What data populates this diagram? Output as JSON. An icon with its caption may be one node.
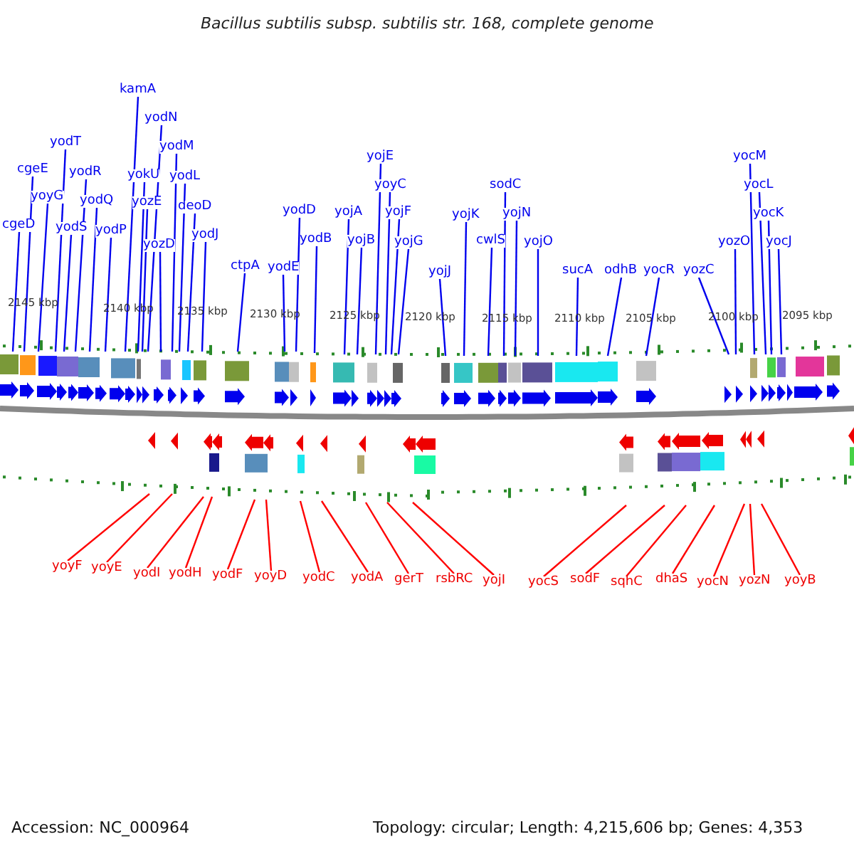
{
  "diagram": {
    "title": "Bacillus subtilis subsp. subtilis str. 168, complete genome",
    "nodes": [
      {
        "text": [
          "cgeD"
        ]
      },
      {
        "text": [
          "cgeE"
        ]
      },
      {
        "text": [
          "yoyG"
        ]
      },
      {
        "text": [
          "yodT"
        ]
      },
      {
        "text": [
          "yodS"
        ]
      },
      {
        "text": [
          "yodR"
        ]
      },
      {
        "text": [
          "yodQ"
        ]
      },
      {
        "text": [
          "yodP"
        ]
      },
      {
        "text": [
          "kamA"
        ]
      },
      {
        "text": [
          "yokU"
        ]
      },
      {
        "text": [
          "yozE"
        ]
      },
      {
        "text": [
          "yodN"
        ]
      },
      {
        "text": [
          "yodM"
        ]
      },
      {
        "text": [
          "yodL"
        ]
      },
      {
        "text": [
          "yozD"
        ]
      },
      {
        "text": [
          "deoD"
        ]
      },
      {
        "text": [
          "yodJ"
        ]
      },
      {
        "text": [
          "ctpA"
        ]
      },
      {
        "text": [
          "yodE"
        ]
      },
      {
        "text": [
          "yodD"
        ]
      },
      {
        "text": [
          "yodB"
        ]
      },
      {
        "text": [
          "yojA"
        ]
      },
      {
        "text": [
          "yojB"
        ]
      },
      {
        "text": [
          "yojE"
        ]
      },
      {
        "text": [
          "yoyC"
        ]
      },
      {
        "text": [
          "yojF"
        ]
      },
      {
        "text": [
          "yojG"
        ]
      },
      {
        "text": [
          "yojJ"
        ]
      },
      {
        "text": [
          "yojK"
        ]
      },
      {
        "text": [
          "cwlS"
        ]
      },
      {
        "text": [
          "sodC"
        ]
      },
      {
        "text": [
          "yojN"
        ]
      },
      {
        "text": [
          "yojO"
        ]
      },
      {
        "text": [
          "sucA"
        ]
      },
      {
        "text": [
          "odhB"
        ]
      },
      {
        "text": [
          "yocR"
        ]
      },
      {
        "text": [
          "yozC"
        ]
      },
      {
        "text": [
          "yozO"
        ]
      },
      {
        "text": [
          "yocM"
        ]
      },
      {
        "text": [
          "yocL"
        ]
      },
      {
        "text": [
          "yocK"
        ]
      },
      {
        "text": [
          "yocJ"
        ]
      },
      {
        "text": [
          "yoyF"
        ]
      },
      {
        "text": [
          "yoyE"
        ]
      },
      {
        "text": [
          "yodI"
        ]
      },
      {
        "text": [
          "yodH"
        ]
      },
      {
        "text": [
          "yodF"
        ]
      },
      {
        "text": [
          "yoyD"
        ]
      },
      {
        "text": [
          "yodC"
        ]
      },
      {
        "text": [
          "yodA"
        ]
      },
      {
        "text": [
          "gerT"
        ]
      },
      {
        "text": [
          "rsbRC"
        ]
      },
      {
        "text": [
          "yojI"
        ]
      },
      {
        "text": [
          "yocS"
        ]
      },
      {
        "text": [
          "sodF"
        ]
      },
      {
        "text": [
          "sqhC"
        ]
      },
      {
        "text": [
          "dhaS"
        ]
      },
      {
        "text": [
          "yocN"
        ]
      },
      {
        "text": [
          "yozN"
        ]
      },
      {
        "text": [
          "yoyB"
        ]
      }
    ],
    "edges": [
      {
        "from": 0,
        "to": null,
        "arrow": "none"
      },
      {
        "from": 1,
        "to": null,
        "arrow": "none"
      },
      {
        "from": 2,
        "to": null,
        "arrow": "none"
      },
      {
        "from": 3,
        "to": null,
        "arrow": "none"
      },
      {
        "from": 4,
        "to": null,
        "arrow": "none"
      },
      {
        "from": 5,
        "to": null,
        "arrow": "none"
      },
      {
        "from": 6,
        "to": null,
        "arrow": "none"
      },
      {
        "from": 7,
        "to": null,
        "arrow": "none"
      },
      {
        "from": 8,
        "to": null,
        "arrow": "none"
      },
      {
        "from": 9,
        "to": null,
        "arrow": "none"
      },
      {
        "from": 10,
        "to": null,
        "arrow": "none"
      },
      {
        "from": 11,
        "to": null,
        "arrow": "none"
      },
      {
        "from": 12,
        "to": null,
        "arrow": "none"
      },
      {
        "from": 13,
        "to": null,
        "arrow": "none"
      },
      {
        "from": 14,
        "to": null,
        "arrow": "none"
      },
      {
        "from": 15,
        "to": null,
        "arrow": "none"
      },
      {
        "from": 16,
        "to": null,
        "arrow": "none"
      },
      {
        "from": 17,
        "to": null,
        "arrow": "none"
      },
      {
        "from": 18,
        "to": null,
        "arrow": "none"
      },
      {
        "from": 19,
        "to": null,
        "arrow": "none"
      },
      {
        "from": 20,
        "to": null,
        "arrow": "none"
      },
      {
        "from": 21,
        "to": null,
        "arrow": "none"
      },
      {
        "from": 22,
        "to": null,
        "arrow": "none"
      },
      {
        "from": 23,
        "to": null,
        "arrow": "none"
      },
      {
        "from": 24,
        "to": null,
        "arrow": "none"
      },
      {
        "from": 25,
        "to": null,
        "arrow": "none"
      },
      {
        "from": 26,
        "to": null,
        "arrow": "none"
      },
      {
        "from": 27,
        "to": null,
        "arrow": "none"
      },
      {
        "from": 28,
        "to": null,
        "arrow": "none"
      },
      {
        "from": 29,
        "to": null,
        "arrow": "none"
      },
      {
        "from": 30,
        "to": null,
        "arrow": "none"
      },
      {
        "from": 31,
        "to": null,
        "arrow": "none"
      },
      {
        "from": 32,
        "to": null,
        "arrow": "none"
      },
      {
        "from": 33,
        "to": null,
        "arrow": "none"
      },
      {
        "from": 34,
        "to": null,
        "arrow": "none"
      },
      {
        "from": 35,
        "to": null,
        "arrow": "none"
      },
      {
        "from": 36,
        "to": null,
        "arrow": "none"
      },
      {
        "from": 37,
        "to": null,
        "arrow": "none"
      },
      {
        "from": 38,
        "to": null,
        "arrow": "none"
      },
      {
        "from": 39,
        "to": null,
        "arrow": "none"
      },
      {
        "from": 40,
        "to": null,
        "arrow": "none"
      },
      {
        "from": 41,
        "to": null,
        "arrow": "none"
      },
      {
        "from": 42,
        "to": null,
        "arrow": "none",
        "color": "#ff0000"
      },
      {
        "from": 43,
        "to": null,
        "arrow": "none",
        "color": "#ff0000"
      },
      {
        "from": 44,
        "to": null,
        "arrow": "none",
        "color": "#ff0000"
      },
      {
        "from": 45,
        "to": null,
        "arrow": "none",
        "color": "#ff0000"
      },
      {
        "from": 46,
        "to": null,
        "arrow": "none",
        "color": "#ff0000"
      },
      {
        "from": 47,
        "to": null,
        "arrow": "none",
        "color": "#ff0000"
      },
      {
        "from": 48,
        "to": null,
        "arrow": "none",
        "color": "#ff0000"
      },
      {
        "from": 49,
        "to": null,
        "arrow": "none",
        "color": "#ff0000"
      },
      {
        "from": 50,
        "to": null,
        "arrow": "none",
        "color": "#ff0000"
      },
      {
        "from": 51,
        "to": null,
        "arrow": "none",
        "color": "#ff0000"
      },
      {
        "from": 52,
        "to": null,
        "arrow": "none",
        "color": "#ff0000"
      },
      {
        "from": 53,
        "to": null,
        "arrow": "none",
        "color": "#ff0000"
      },
      {
        "from": 54,
        "to": null,
        "arrow": "none",
        "color": "#ff0000"
      },
      {
        "from": 55,
        "to": null,
        "arrow": "none",
        "color": "#ff0000"
      },
      {
        "from": 56,
        "to": null,
        "arrow": "none",
        "color": "#ff0000"
      },
      {
        "from": 57,
        "to": null,
        "arrow": "none",
        "color": "#ff0000"
      },
      {
        "from": 58,
        "to": null,
        "arrow": "none",
        "color": "#ff0000"
      },
      {
        "from": 59,
        "to": null,
        "arrow": "none",
        "color": "#ff0000"
      }
    ],
    "labels": [
      "2145 kbp",
      "2140 kbp",
      "2135 kbp",
      "2130 kbp",
      "2125 kbp",
      "2120 kbp",
      "2115 kbp",
      "2110 kbp",
      "2105 kbp",
      "2100 kbp",
      "2095 kbp",
      "Accession: NC_000964",
      "Topology: circular; Length: 4,215,606 bp; Genes: 4,353"
    ]
  }
}
